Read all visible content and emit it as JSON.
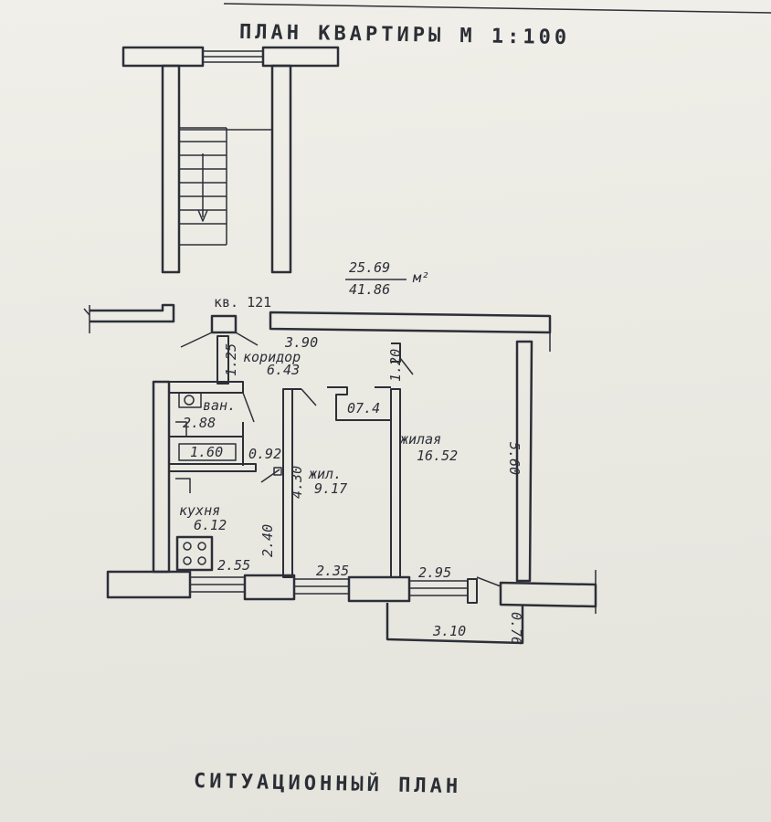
{
  "titles": {
    "plan": "ПЛАН КВАРТИРЫ М 1:100",
    "situation": "СИТУАЦИОННЫЙ ПЛАН"
  },
  "apartment": {
    "number": "кв. 121",
    "area_living": "25.69",
    "area_total": "41.86",
    "area_unit": "м²"
  },
  "rooms": [
    {
      "id": "corridor",
      "name": "коридор",
      "area": "6.43"
    },
    {
      "id": "bathroom",
      "name": "ван.",
      "area": "2.88"
    },
    {
      "id": "kitchen",
      "name": "кухня",
      "area": "6.12"
    },
    {
      "id": "small-room",
      "name": "жил.",
      "area": "9.17"
    },
    {
      "id": "large-room",
      "name": "жилая",
      "area": "16.52"
    },
    {
      "id": "closet",
      "name": "",
      "area": "07.4"
    }
  ],
  "dimensions": {
    "corridor_length": "3.90",
    "corridor_width": "1.25",
    "closet_width": "1.20",
    "bath_tub": "1.60",
    "bath_width": "0.92",
    "kitchen_depth": "2.40",
    "small_room_depth": "4.30",
    "large_room_depth": "5.60",
    "kitchen_width": "2.55",
    "small_room_width": "2.35",
    "large_room_width": "2.95",
    "balcony_length": "3.10",
    "balcony_depth": "0.76"
  }
}
